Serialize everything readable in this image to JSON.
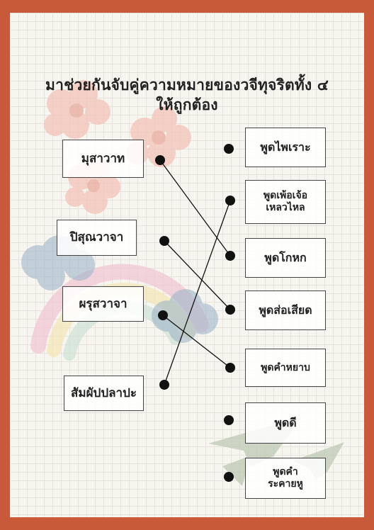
{
  "worksheet": {
    "title_line1": "มาช่วยกันจับคู่ความหมายของวจีทุจริตทั้ง ๔",
    "title_line2": "ให้ถูกต้อง",
    "left_items": [
      {
        "label": "มุสาวาท"
      },
      {
        "label": "ปิสุณวาจา"
      },
      {
        "label": "ผรุสวาจา"
      },
      {
        "label": "สัมผัปปลาปะ"
      }
    ],
    "right_items": [
      {
        "label": "พูดไพเราะ"
      },
      {
        "label": "พูดเพ้อเจ้อ\nเหลวไหล"
      },
      {
        "label": "พูดโกหก"
      },
      {
        "label": "พูดส่อเสียด"
      },
      {
        "label": "พูดคำหยาบ"
      },
      {
        "label": "พูดดี"
      },
      {
        "label": "พูดคำ\nระคายหู"
      }
    ],
    "colors": {
      "border": "#c85a3a",
      "paper": "#f7f5ef",
      "grid": "#e6e3dc",
      "flower": "#f2c3b8",
      "rainbow_pink": "#f1c6d3",
      "rainbow_yellow": "#f3e7b6",
      "cloud": "#9fb6c9",
      "plane": "#b9c7b0"
    }
  }
}
